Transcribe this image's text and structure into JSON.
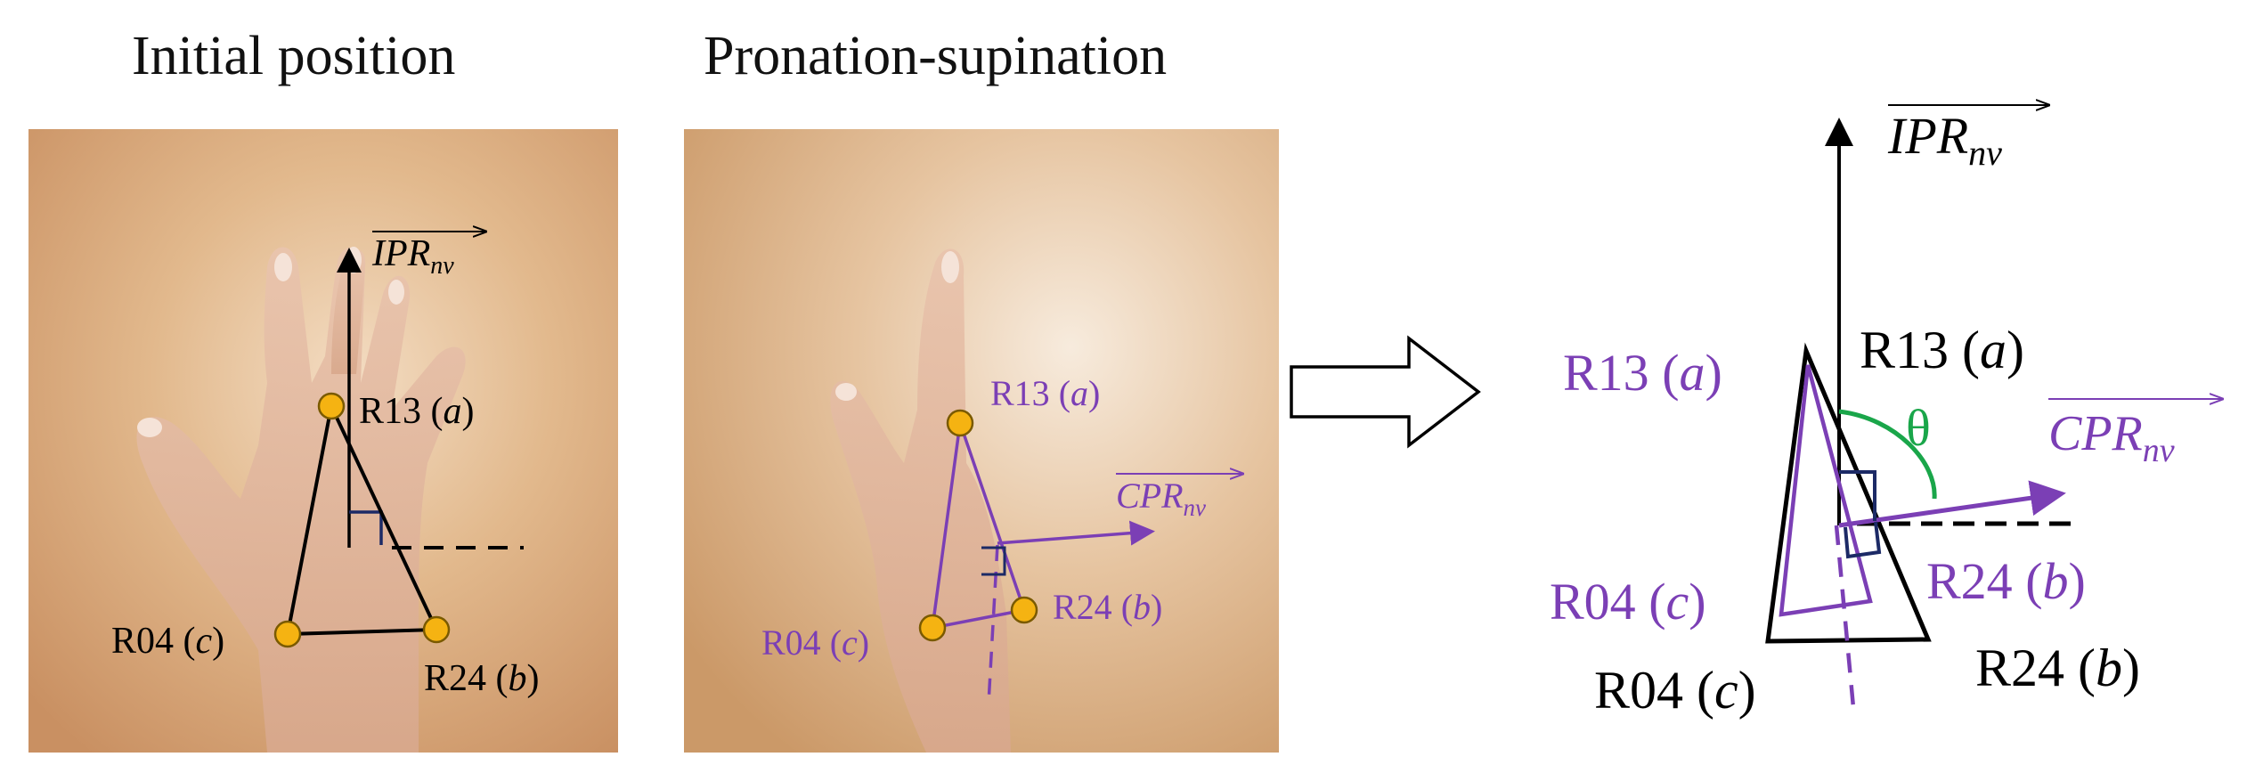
{
  "titles": {
    "left": "Initial position",
    "middle": "Pronation-supination"
  },
  "vectors": {
    "ipr_main": "IPR",
    "ipr_sub": "nv",
    "cpr_main": "CPR",
    "cpr_sub": "nv"
  },
  "points": {
    "a": {
      "id": "R13",
      "letter": "a"
    },
    "b": {
      "id": "R24",
      "letter": "b"
    },
    "c": {
      "id": "R04",
      "letter": "c"
    }
  },
  "angle": {
    "symbol": "θ"
  },
  "colors": {
    "marker_fill": "#f5b312",
    "marker_stroke": "#7a5a00",
    "purple": "#7b3fb5",
    "black": "#000000",
    "green": "#1aa64a",
    "navy": "#1c2a66",
    "background_wood": "#d9a877"
  },
  "icons": {
    "transition_arrow": "hollow-right-arrow-icon"
  }
}
